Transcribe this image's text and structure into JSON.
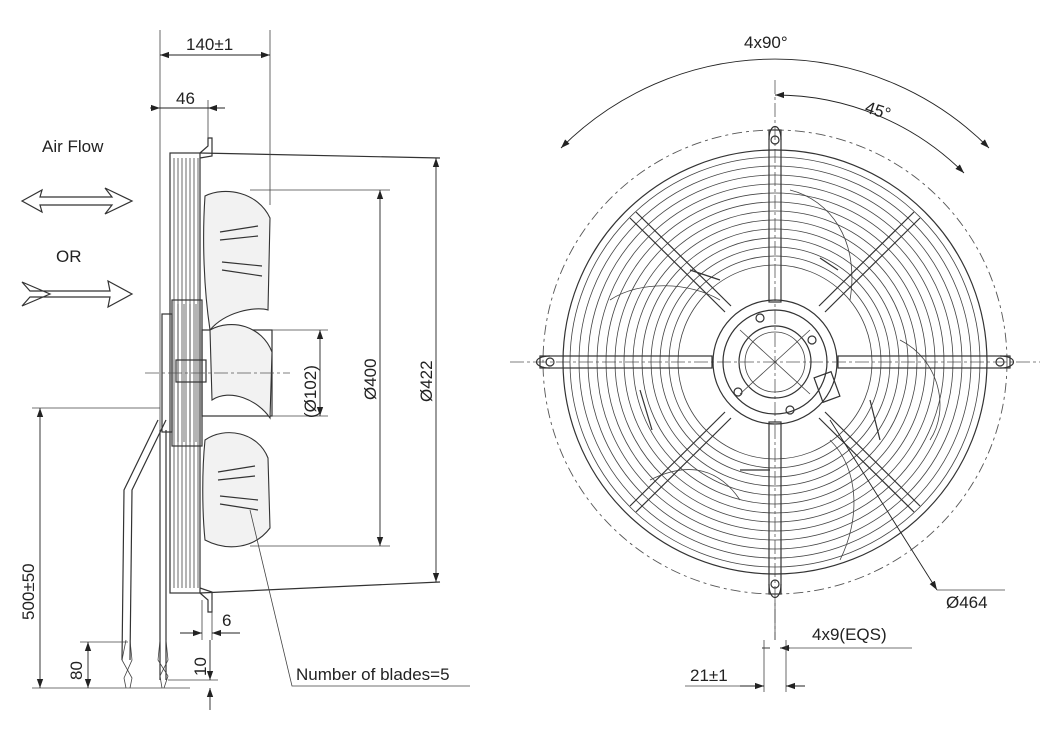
{
  "side_view": {
    "dim_width": "140±1",
    "dim_guard": "46",
    "airflow_label": "Air Flow",
    "or_label": "OR",
    "dim_hub": "(Ø102)",
    "dim_blade": "Ø400",
    "dim_ring": "Ø422",
    "dim_cable": "500±50",
    "dim_lead": "80",
    "dim_strip": "10",
    "dim_flange": "6",
    "blades_note": "Number of blades=5"
  },
  "front_view": {
    "dim_angle_total": "4x90°",
    "dim_angle_half": "45°",
    "dim_mount_circle": "Ø464",
    "dim_holes": "4x9(EQS)",
    "dim_foot": "21±1"
  }
}
